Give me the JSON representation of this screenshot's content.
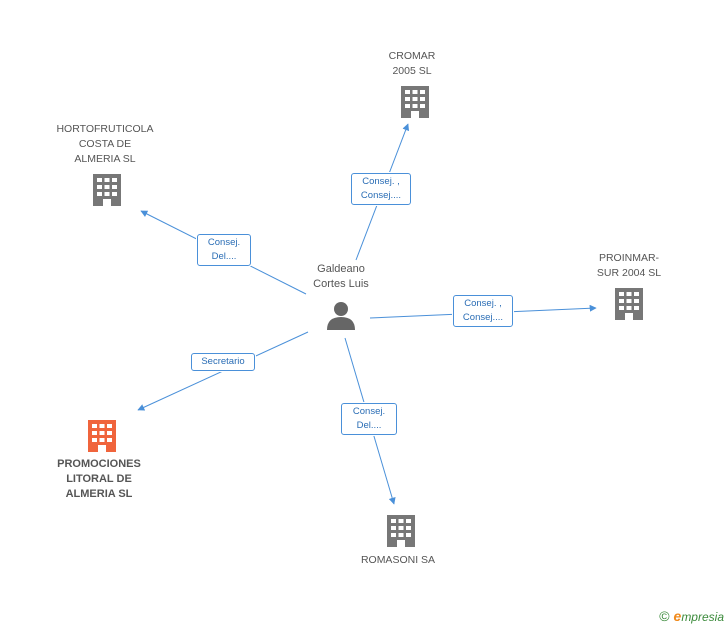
{
  "center": {
    "name_line1": "Galdeano",
    "name_line2": "Cortes Luis"
  },
  "nodes": {
    "cromar": {
      "line1": "CROMAR",
      "line2": "2005 SL"
    },
    "hortofruticola": {
      "line1": "HORTOFRUTICOLA",
      "line2": "COSTA DE",
      "line3": "ALMERIA SL"
    },
    "proinmar": {
      "line1": "PROINMAR-",
      "line2": "SUR 2004 SL"
    },
    "promociones": {
      "line1": "PROMOCIONES",
      "line2": "LITORAL DE",
      "line3": "ALMERIA SL"
    },
    "romasoni": {
      "line1": "ROMASONI SA"
    }
  },
  "edges": {
    "cromar": {
      "line1": "Consej. ,",
      "line2": "Consej...."
    },
    "hortofruticola": {
      "line1": "Consej.",
      "line2": "Del...."
    },
    "proinmar": {
      "line1": "Consej. ,",
      "line2": "Consej...."
    },
    "promociones": {
      "line1": "Secretario"
    },
    "romasoni": {
      "line1": "Consej.",
      "line2": "Del...."
    }
  },
  "colors": {
    "edge": "#4a90d9",
    "building": "#777777",
    "building_highlight": "#f0643c",
    "person": "#666666"
  },
  "footer": {
    "copyright": "©",
    "brand_initial": "e",
    "brand_rest": "mpresia"
  }
}
